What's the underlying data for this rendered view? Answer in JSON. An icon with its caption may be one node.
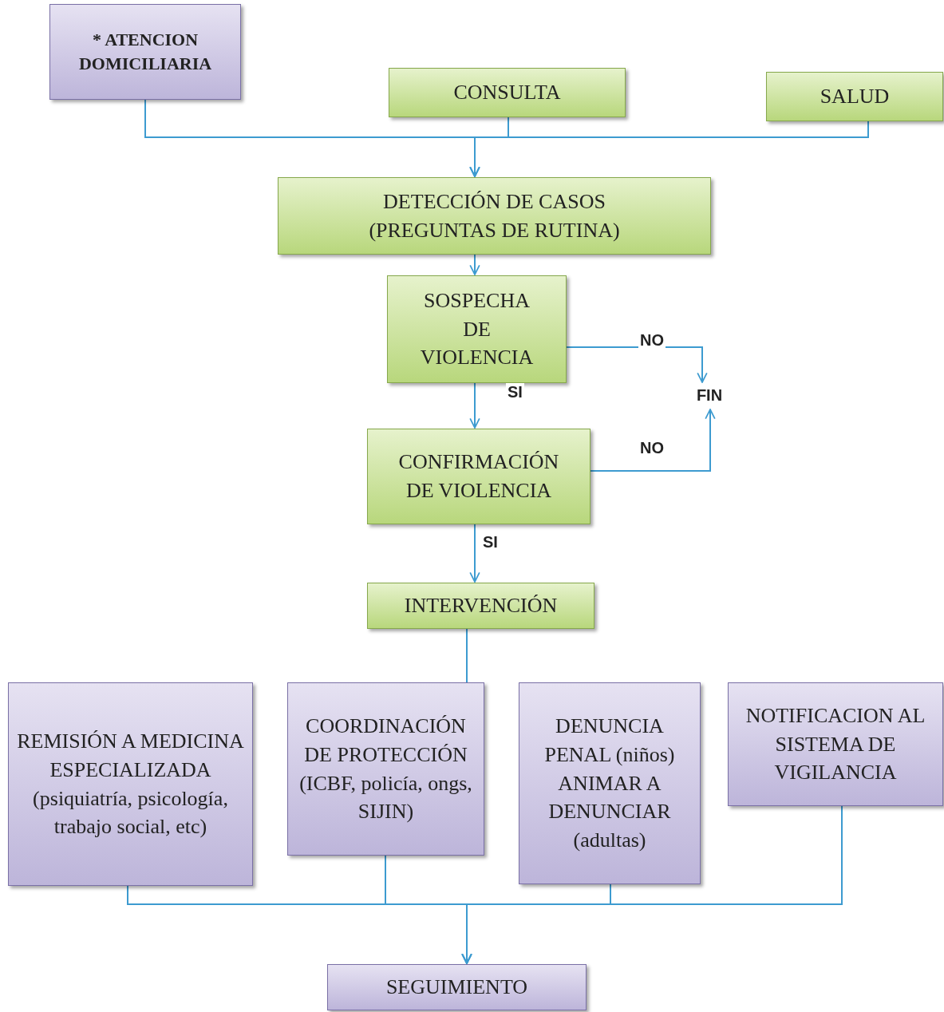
{
  "diagram": {
    "nodes": [
      {
        "text": [
          "* ATENCION DOMICILIARIA"
        ]
      },
      {
        "text": [
          "CONSULTA"
        ]
      },
      {
        "text": [
          "SALUD"
        ]
      },
      {
        "text": [
          "DETECCIÓN DE CASOS (PREGUNTAS DE RUTINA)"
        ]
      },
      {
        "text": [
          "SOSPECHA DE VIOLENCIA"
        ]
      },
      {
        "text": [
          "FIN"
        ]
      },
      {
        "text": [
          "CONFIRMACIÓN DE VIOLENCIA"
        ]
      },
      {
        "text": [
          "INTERVENCIÓN"
        ]
      },
      {
        "text": [
          "REMISIÓN A MEDICINA ESPECIALIZADA",
          "(psiquiatría, psicología, trabajo social, etc)"
        ]
      },
      {
        "text": [
          "COORDINACIÓN DE PROTECCIÓN",
          "(ICBF, policía, ongs, SIJIN)"
        ]
      },
      {
        "text": [
          "DENUNCIA PENAL (niños) ANIMAR A DENUNCIAR (adultas)"
        ]
      },
      {
        "text": [
          "NOTIFICACION AL SISTEMA DE VIGILANCIA"
        ]
      },
      {
        "text": [
          "SEGUIMIENTO"
        ]
      }
    ],
    "edges": [
      {
        "from": 0,
        "to": 3,
        "arrow": "to"
      },
      {
        "from": 1,
        "to": 3,
        "arrow": "to"
      },
      {
        "from": 2,
        "to": 3,
        "arrow": "to"
      },
      {
        "from": 3,
        "to": 4,
        "arrow": "to"
      },
      {
        "from": 4,
        "to": 5,
        "arrow": "to",
        "label": "NO"
      },
      {
        "from": 4,
        "to": 6,
        "arrow": "to",
        "label": "SI"
      },
      {
        "from": 6,
        "to": 5,
        "arrow": "to",
        "label": "NO"
      },
      {
        "from": 6,
        "to": 7,
        "arrow": "to",
        "label": "SI"
      },
      {
        "from": 7,
        "to": 9,
        "arrow": "none"
      },
      {
        "from": 8,
        "to": 12,
        "arrow": "to"
      },
      {
        "from": 9,
        "to": 12,
        "arrow": "to"
      },
      {
        "from": 10,
        "to": 12,
        "arrow": "to"
      },
      {
        "from": 11,
        "to": 12,
        "arrow": "to"
      }
    ]
  }
}
